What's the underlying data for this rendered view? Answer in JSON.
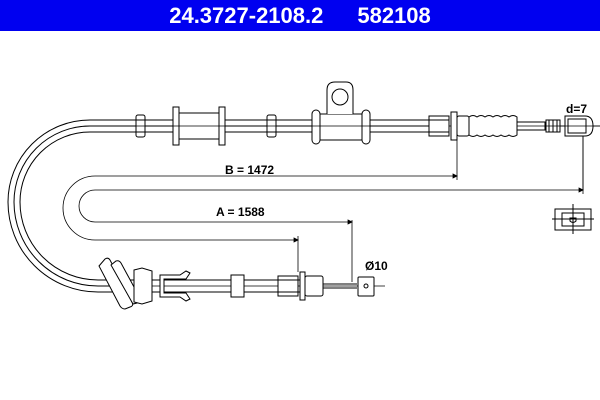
{
  "header": {
    "part_number": "24.3727-2108.2",
    "ref_number": "582108",
    "background": "#0000f0",
    "text_color": "#ffffff"
  },
  "dimensions": {
    "b_label": "B = 1472",
    "a_label": "A = 1588",
    "end_diameter_label": "d=7",
    "nipple_diameter_label": "Ø10"
  },
  "diagram": {
    "subject": "parking-brake-cable",
    "line_color": "#000000"
  }
}
